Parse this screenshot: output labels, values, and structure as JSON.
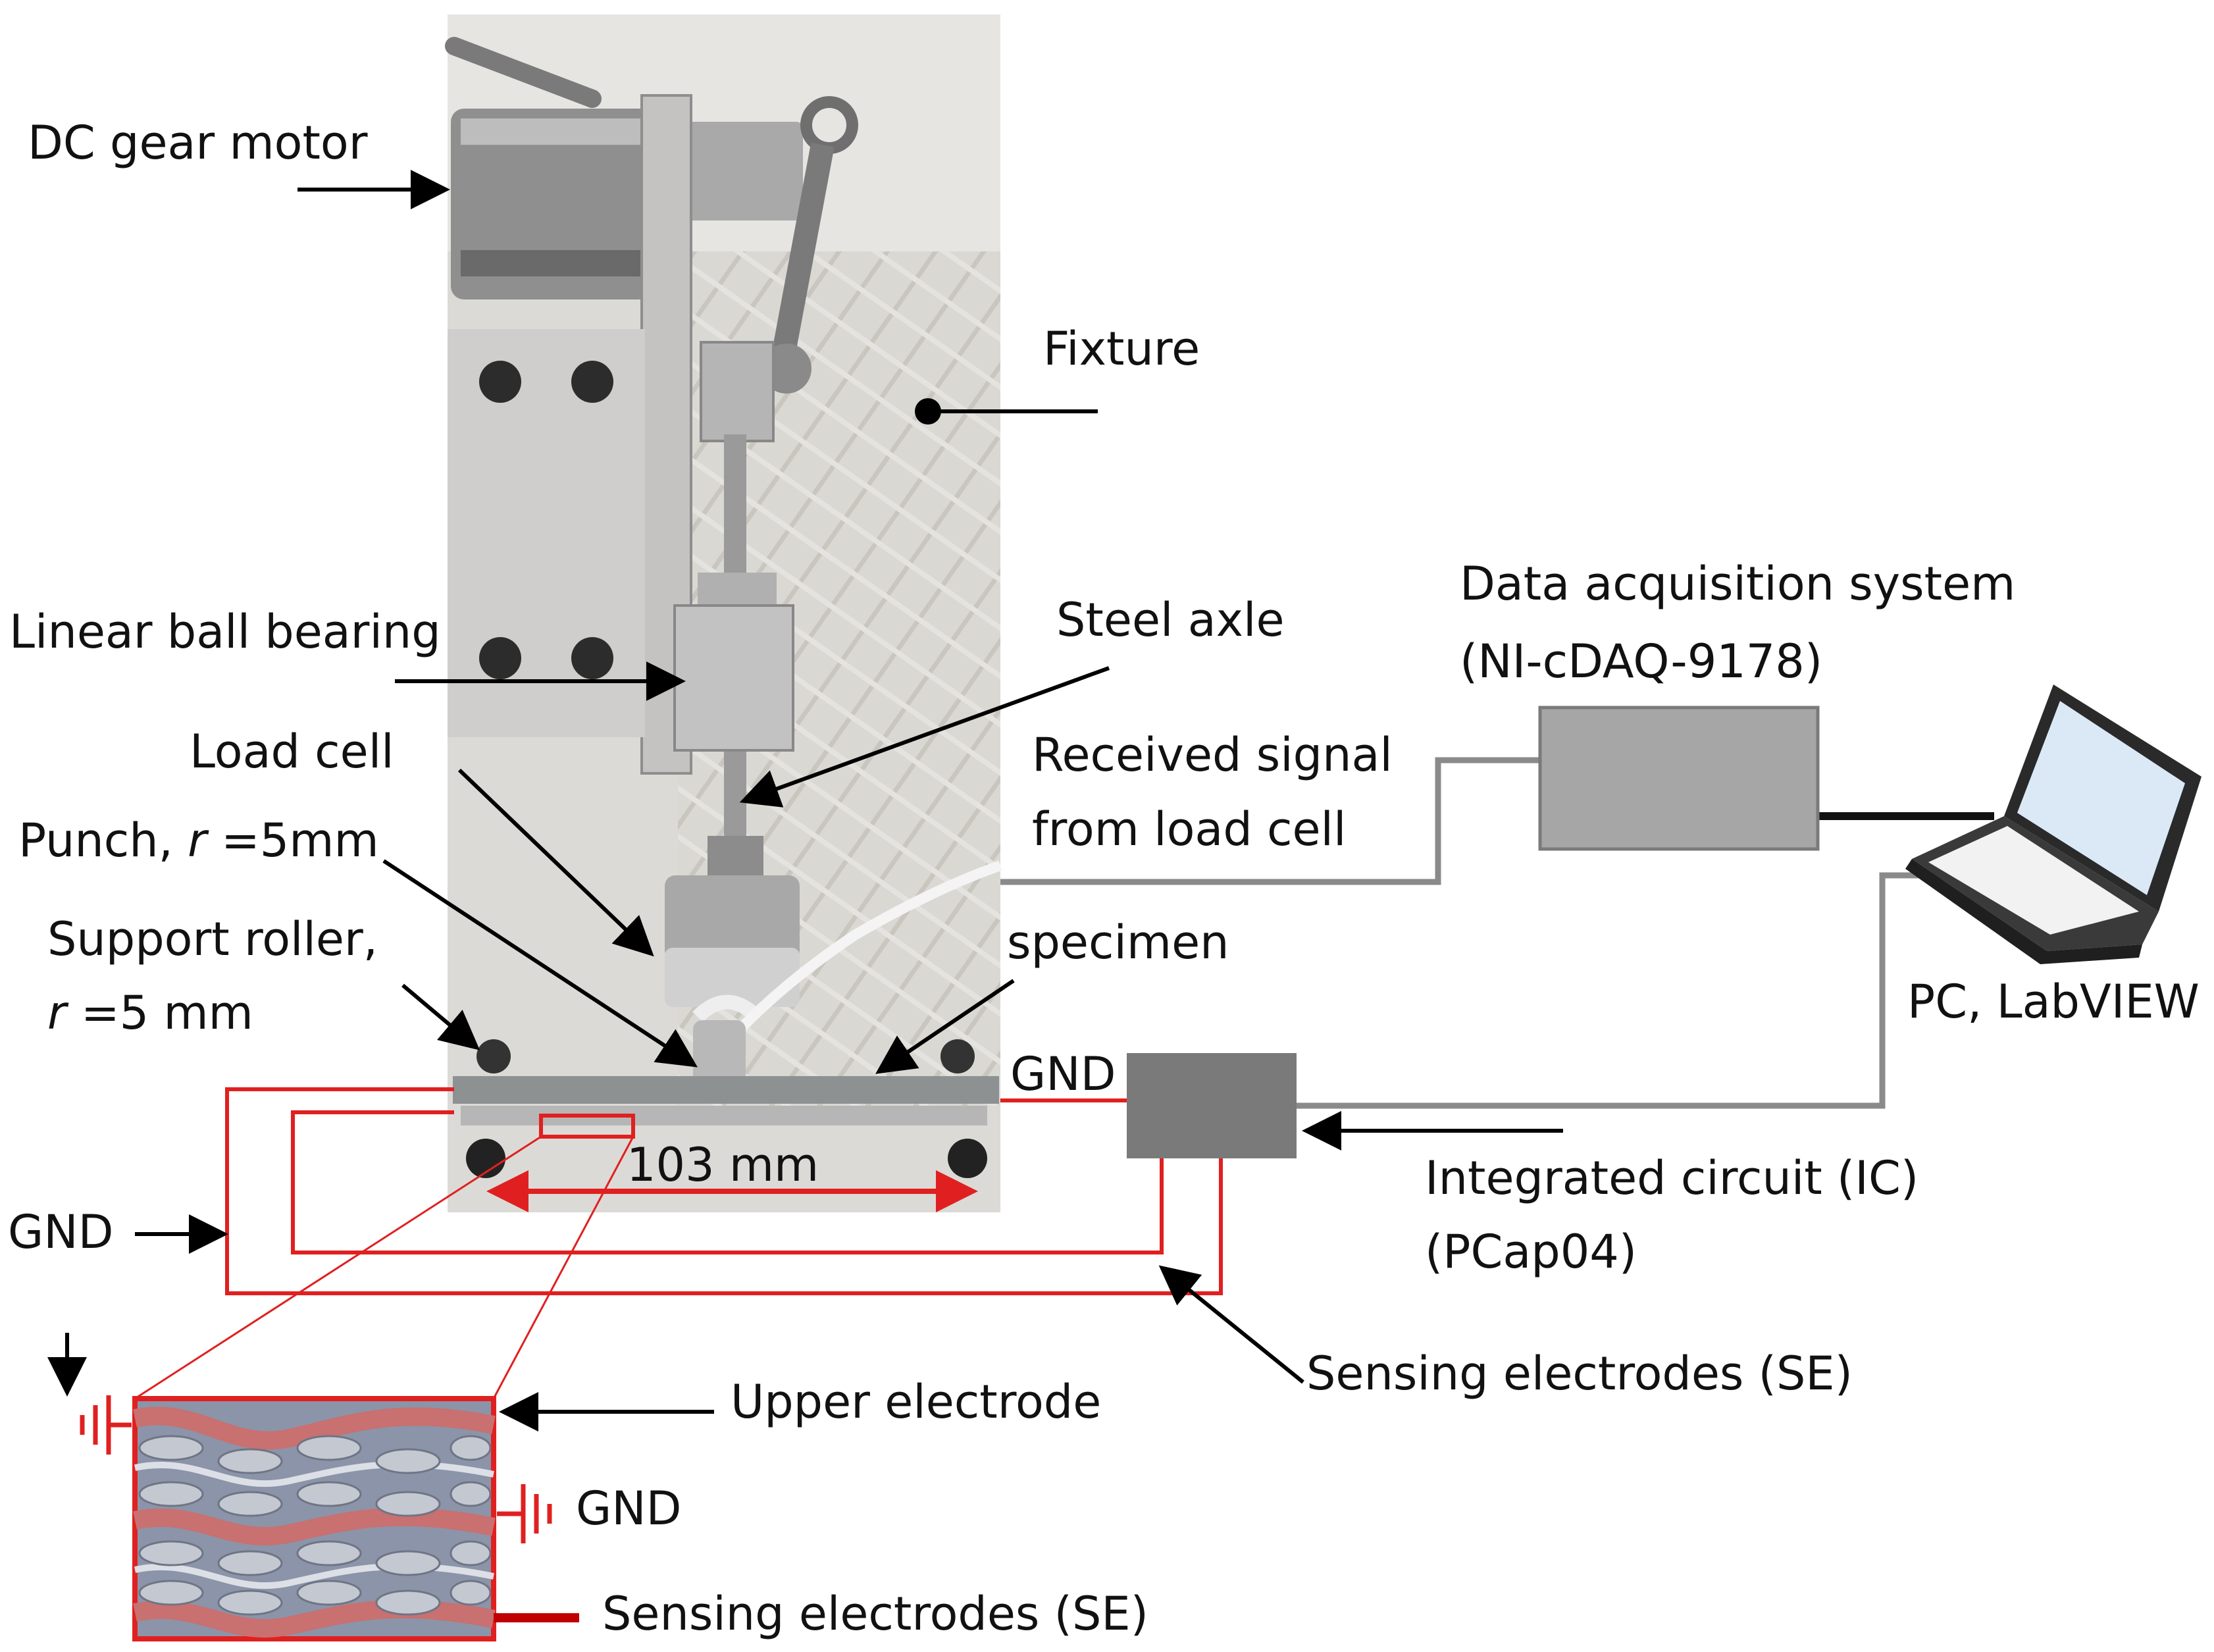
{
  "labels": {
    "dc_gear_motor": "DC gear motor",
    "fixture": "Fixture",
    "linear_ball_bearing": "Linear ball bearing",
    "steel_axle": "Steel axle",
    "load_cell": "Load cell",
    "punch_prefix": "Punch, ",
    "punch_r": "r",
    "punch_value": " =5mm",
    "support_roller_line1": "Support roller,",
    "support_roller_r": "r",
    "support_roller_value": " =5 mm",
    "specimen": "specimen",
    "span": "103 mm",
    "gnd_ic": "GND",
    "gnd_left": "GND",
    "gnd_inset": "GND",
    "daq_line1": "Data acquisition system",
    "daq_line2": "(NI-cDAQ-9178)",
    "received_line1": "Received signal",
    "received_line2": "from load cell",
    "pc": "PC, LabVIEW",
    "ic_line1": "Integrated circuit (IC)",
    "ic_line2": "(PCap04)",
    "sensing_electrodes": "Sensing electrodes (SE)",
    "upper_electrode": "Upper electrode",
    "sensing_electrodes_inset": "Sensing electrodes (SE)"
  },
  "colors": {
    "wire_red": "#e02020",
    "signal_gray": "#8a8a8a",
    "daq_box": "#a6a6a6",
    "ic_box": "#7a7a7a",
    "photo_bg": "#dcdad6",
    "fabric_weave": "#b8b5ad"
  },
  "icons": [
    "ground-symbol-icon",
    "laptop-icon",
    "arrow-icon"
  ]
}
